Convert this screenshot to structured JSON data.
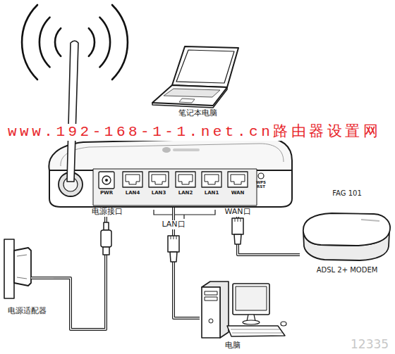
{
  "diagram": {
    "nodes": [
      {
        "text": [
          "PWR",
          "LAN4",
          "LAN3",
          "LAN2",
          "LAN1",
          "WAN",
          "WPS RST"
        ]
      },
      {
        "text": [
          "笔记本电脑"
        ]
      },
      {
        "text": [
          "FAG 101",
          "ADSL 2+ MODEM"
        ]
      },
      {
        "text": [
          "电源适配器"
        ]
      },
      {
        "text": [
          "电脑"
        ]
      }
    ],
    "edges": [
      {
        "from": 3,
        "to": 0,
        "arrow": "none"
      },
      {
        "from": 4,
        "to": 0,
        "arrow": "none"
      },
      {
        "from": 2,
        "to": 0,
        "arrow": "none"
      }
    ],
    "labels": [
      "www.192-168-1-1.net.cn路由器设置网",
      "电源接口",
      "LAN口",
      "WAN口",
      "12335"
    ]
  }
}
